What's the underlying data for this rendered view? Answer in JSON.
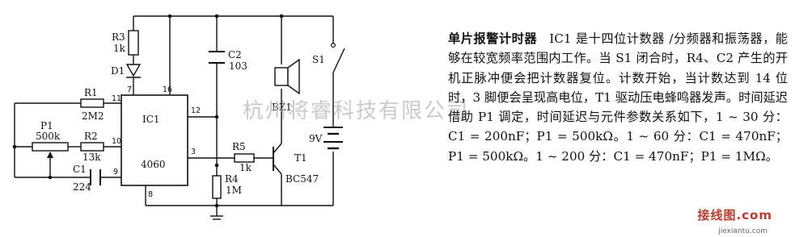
{
  "circuit": {
    "components": {
      "r3": "R3",
      "r3_val": "1k",
      "d1": "D1",
      "c2": "C2",
      "c2_val": "103",
      "s1": "S1",
      "bz1": "BZ1",
      "r1": "R1",
      "r1_val": "2M2",
      "p1": "P1",
      "p1_val": "500k",
      "r2": "R2",
      "r2_val": "13k",
      "c1": "C1",
      "c1_val": "224",
      "ic1": "IC1",
      "ic_part": "4060",
      "r5": "R5",
      "r5_val": "1k",
      "t1": "T1",
      "t1_part": "BC547",
      "r4": "R4",
      "r4_val": "1M",
      "battery": "9V"
    },
    "pins": {
      "p7": "7",
      "p16": "16",
      "p11": "11",
      "p10": "10",
      "p9": "9",
      "p12": "12",
      "p3": "3",
      "p8": "8"
    }
  },
  "watermark": "杭州将睿科技有限公司",
  "article": {
    "title": "单片报警计时器",
    "body": "IC1 是十四位计数器 /分频器和振荡器，能够在较宽频率范围内工作。当 S1 闭合时，R4、C2 产生的开机正脉冲便会把计数器复位。计数开始，当计数达到 14 位时，3 脚便会呈现高电位，T1 驱动压电蜂鸣器发声。时间延迟借助 P1 调定，时间延迟与元件参数关系如下，1 ~ 30 分：C1 = 200nF；P1 = 500kΩ。1 ~ 60 分：C1 = 470nF；P1 = 500kΩ。1 ~ 200 分：C1 = 470nF；P1 = 1MΩ。"
  },
  "site": {
    "logo": "接线图.com",
    "url": "jiexiantu.com"
  }
}
